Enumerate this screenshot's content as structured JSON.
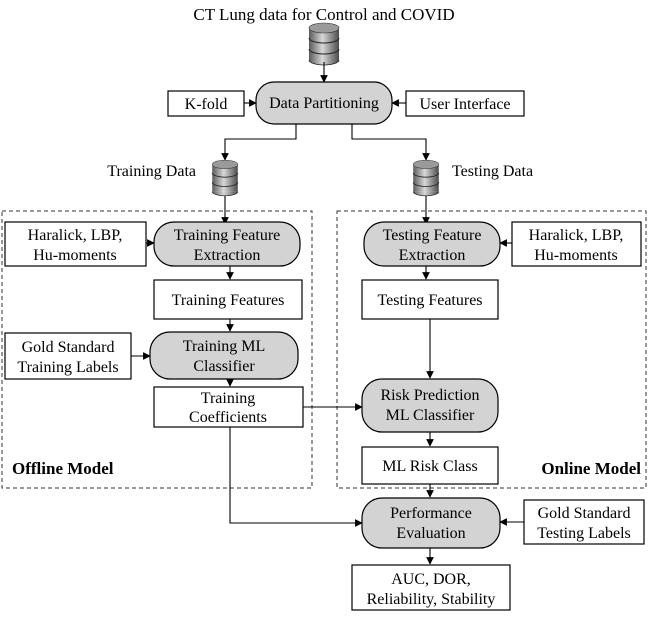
{
  "title": "CT Lung data for Control and COVID",
  "nodes": {
    "kfold": "K-fold",
    "data_partitioning": "Data Partitioning",
    "user_interface": "User Interface",
    "training_data": "Training Data",
    "testing_data": "Testing Data",
    "train_feat_input": [
      "Haralick, LBP,",
      "Hu-moments"
    ],
    "train_feat_extraction": [
      "Training Feature",
      "Extraction"
    ],
    "training_features": "Training Features",
    "gold_train_labels": [
      "Gold Standard",
      "Training Labels"
    ],
    "training_ml_classifier": [
      "Training ML",
      "Classifier"
    ],
    "training_coefficients": [
      "Training",
      "Coefficients"
    ],
    "offline_model": "Offline Model",
    "test_feat_extraction": [
      "Testing Feature",
      "Extraction"
    ],
    "test_feat_input": [
      "Haralick, LBP,",
      "Hu-moments"
    ],
    "testing_features": "Testing Features",
    "risk_prediction": [
      "Risk Prediction",
      "ML Classifier"
    ],
    "ml_risk_class": "ML Risk Class",
    "online_model": "Online Model",
    "performance_evaluation": [
      "Performance",
      "Evaluation"
    ],
    "gold_test_labels": [
      "Gold Standard",
      "Testing Labels"
    ],
    "metrics": [
      "AUC, DOR,",
      "Reliability, Stability"
    ]
  },
  "colors": {
    "process_fill": "#d3d3d3",
    "box_fill": "#ffffff",
    "stroke": "#000000"
  },
  "icons": [
    "database-icon"
  ]
}
